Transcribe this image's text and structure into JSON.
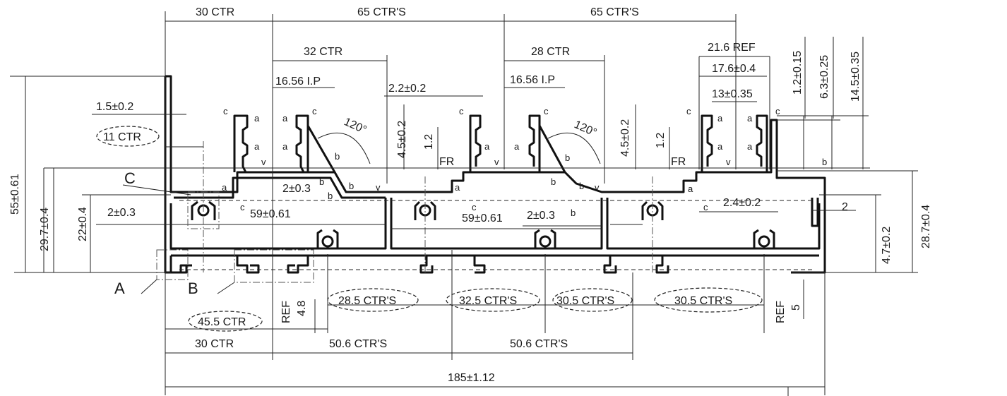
{
  "top_dims": {
    "d30ctr": "30 CTR",
    "d65ctrs_a": "65 CTR'S",
    "d65ctrs_b": "65 CTR'S",
    "d32ctr": "32 CTR",
    "d28ctr": "28 CTR",
    "d21_6ref": "21.6 REF",
    "d17_6": "17.6±0.4",
    "d13": "13±0.35",
    "d16_56_a": "16.56 I.P",
    "d16_56_b": "16.56 I.P",
    "d2_2": "2.2±0.2",
    "d1_5": "1.5±0.2",
    "d11ctr": "11 CTR"
  },
  "vertical_dims": {
    "d1_2_tol": "1.2±0.15",
    "d6_3": "6.3±0.25",
    "d14_5": "14.5±0.35",
    "d4_5_a": "4.5±0.2",
    "d4_5_b": "4.5±0.2",
    "d1_2_a": "1.2",
    "d1_2_b": "1.2",
    "d55": "55±0.61",
    "d29_7": "29.7±0.4",
    "d22": "22±0.4",
    "d28_7": "28.7±0.4",
    "d4_7": "4.7±0.2",
    "ref4_8": "REF",
    "val4_8": "4.8",
    "ref5": "REF",
    "val5": "5"
  },
  "inner_dims": {
    "d2_0_3_left": "2±0.3",
    "d2_0_3_mid": "2±0.3",
    "d2_0_3_right": "2±0.3",
    "d59_a": "59±0.61",
    "d59_b": "59±0.61",
    "d2_4": "2.4±0.2",
    "d2": "2",
    "fr_a": "FR",
    "fr_b": "FR",
    "angle_a": "120°",
    "angle_b": "120°"
  },
  "bottom_dims": {
    "d45_5": "45.5 CTR",
    "d28_5": "28.5 CTR'S",
    "d32_5": "32.5 CTR'S",
    "d30_5_a": "30.5 CTR'S",
    "d30_5_b": "30.5 CTR'S",
    "d30ctr": "30 CTR",
    "d50_6_a": "50.6 CTR'S",
    "d50_6_b": "50.6 CTR'S",
    "d185": "185±1.12"
  },
  "callouts": {
    "A": "A",
    "B": "B",
    "C": "C"
  },
  "point_labels": [
    "a",
    "b",
    "c",
    "v"
  ]
}
